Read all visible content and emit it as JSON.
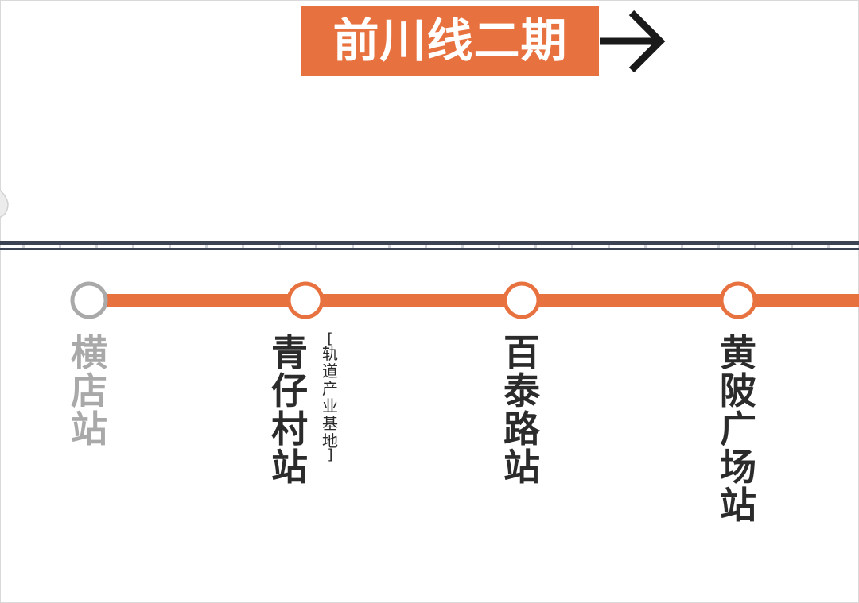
{
  "line": {
    "title": "前川线二期",
    "direction_icon": "arrow-right-icon"
  },
  "colors": {
    "line": "#e8723f",
    "passed": "#a9a9a9",
    "text": "#2b2b2b",
    "track": "#3c4352"
  },
  "stations": [
    {
      "name": "横店站",
      "status": "passed"
    },
    {
      "name": "青仔村站",
      "status": "upcoming",
      "note": "轨道产业基地",
      "note_open": "[",
      "note_close": "]"
    },
    {
      "name": "百泰路站",
      "status": "upcoming"
    },
    {
      "name": "黄陂广场站",
      "status": "upcoming"
    }
  ]
}
